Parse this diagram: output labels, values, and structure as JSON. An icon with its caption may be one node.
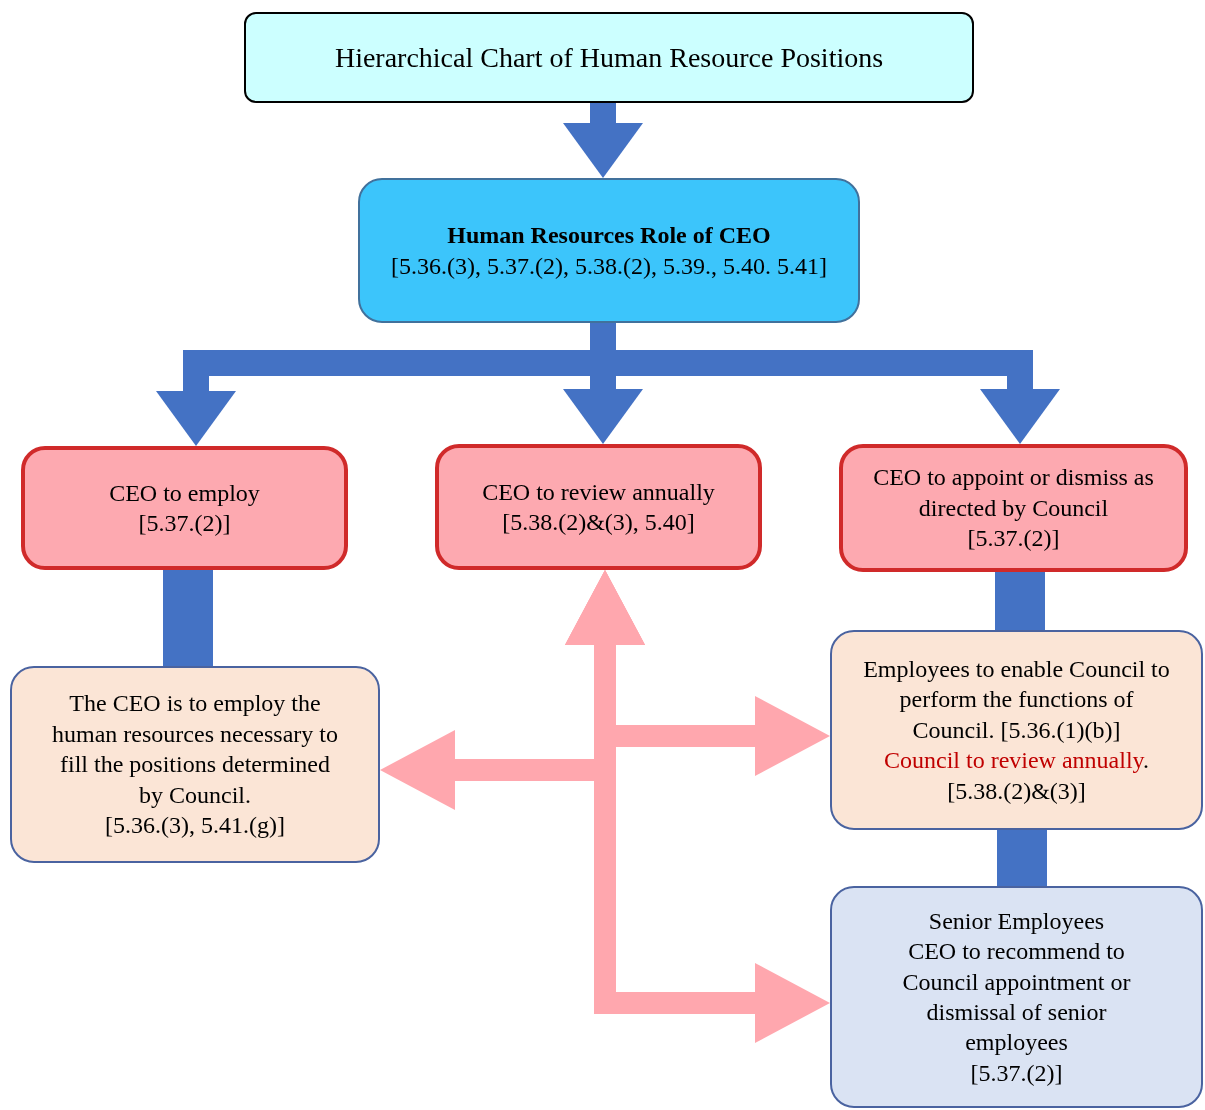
{
  "diagram": {
    "nodes": [
      {
        "text": [
          "Hierarchical Chart of Human Resource Positions"
        ]
      },
      {
        "text": [
          "Human Resources Role of CEO",
          "[5.36.(3), 5.37.(2), 5.38.(2), 5.39., 5.40. 5.41]"
        ]
      },
      {
        "text": [
          "CEO to employ",
          "[5.37.(2)]"
        ]
      },
      {
        "text": [
          "CEO to review annually",
          "[5.38.(2)&(3), 5.40]"
        ]
      },
      {
        "text": [
          "CEO to appoint or dismiss as directed by Council",
          "[5.37.(2)]"
        ]
      },
      {
        "text": [
          "The CEO is to employ the human resources necessary to fill the positions determined by Council.",
          "[5.36.(3), 5.41.(g)]"
        ]
      },
      {
        "text": [
          "Employees to enable Council to perform the functions of Council. [5.36.(1)(b)]",
          "Council to review annually",
          ".",
          "[5.38.(2)&(3)]"
        ]
      },
      {
        "text": [
          "Senior Employees",
          "CEO to recommend to Council appointment or dismissal of senior employees",
          "[5.37.(2)]"
        ]
      }
    ],
    "edges": [
      {
        "from": 0,
        "to": 1,
        "arrow": "to"
      },
      {
        "from": 1,
        "to": 2,
        "arrow": "to"
      },
      {
        "from": 1,
        "to": 3,
        "arrow": "to"
      },
      {
        "from": 1,
        "to": 4,
        "arrow": "to"
      },
      {
        "from": 2,
        "to": 5,
        "arrow": "none",
        "style": "thick"
      },
      {
        "from": 4,
        "to": 6,
        "arrow": "none",
        "style": "thick"
      },
      {
        "from": 6,
        "to": 7,
        "arrow": "none",
        "style": "thick"
      },
      {
        "from": 3,
        "to": 5,
        "arrow": "both",
        "color": "#ffa7ae"
      },
      {
        "from": 3,
        "to": 6,
        "arrow": "both",
        "color": "#ffa7ae"
      },
      {
        "from": 3,
        "to": 7,
        "arrow": "both",
        "color": "#ffa7ae"
      }
    ]
  }
}
